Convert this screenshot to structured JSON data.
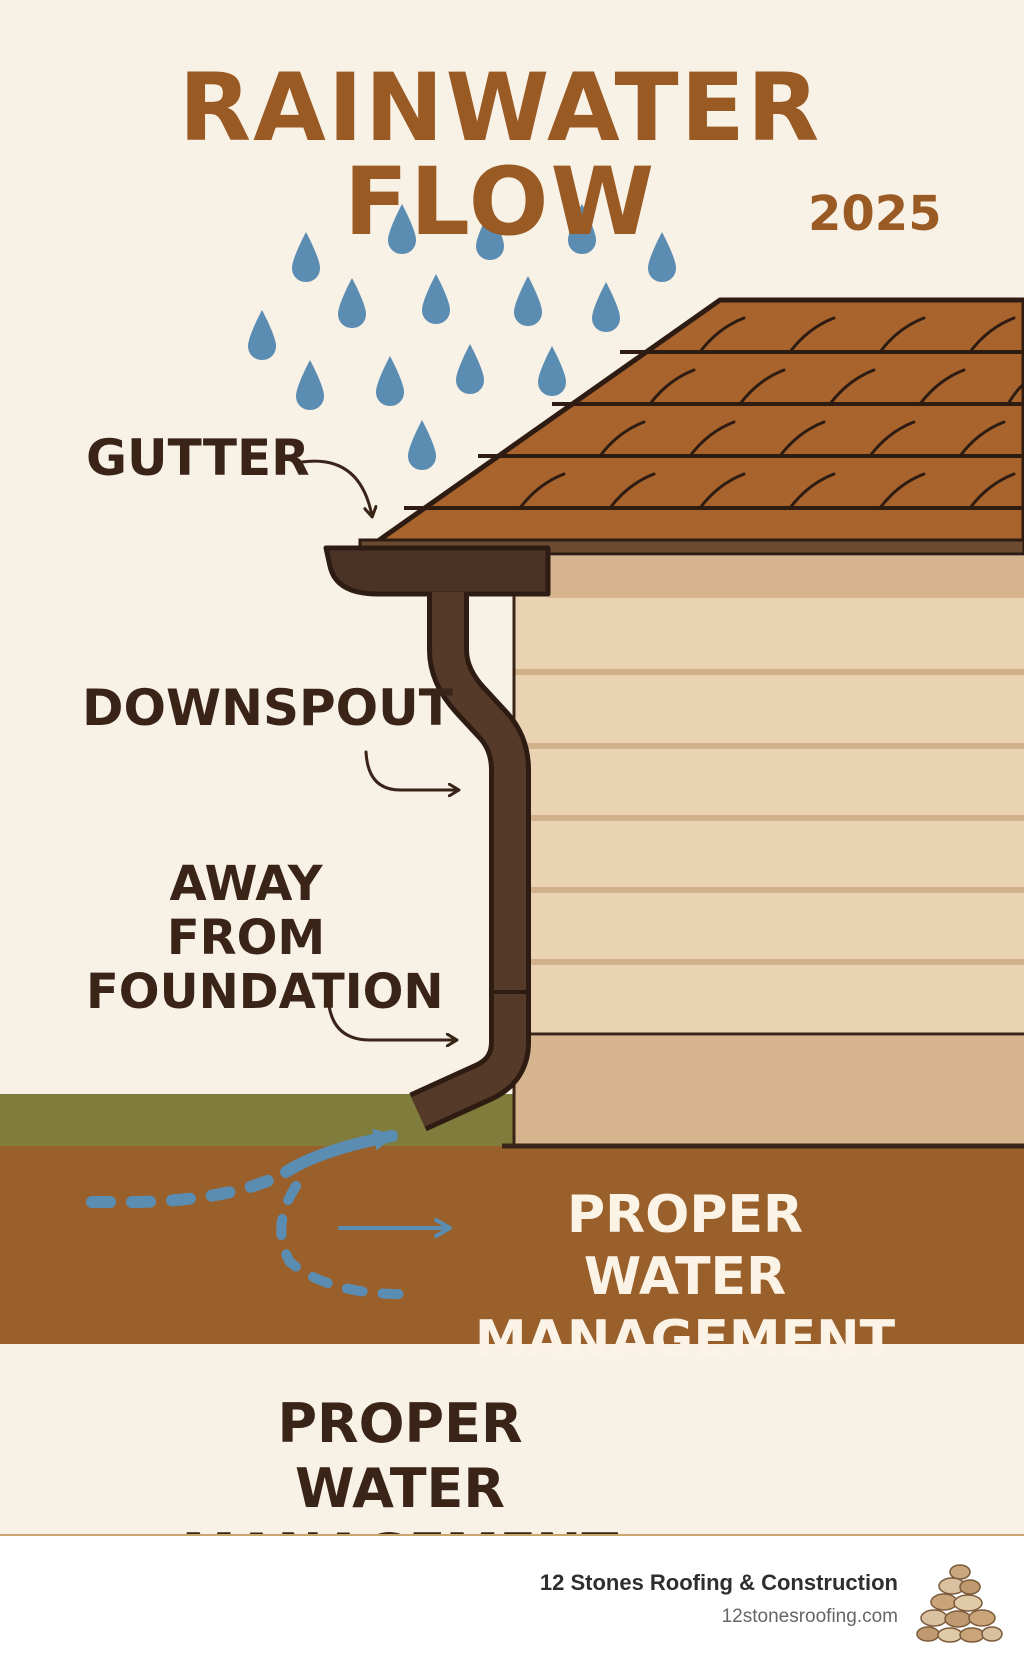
{
  "title": "RAINWATER FLOW",
  "year": "2025",
  "labels": {
    "gutter": "GUTTER",
    "downspout": "DOWNSPOUT",
    "away_line1": "AWAY FROM",
    "away_line2": "FOUNDATION",
    "band_line1": "PROPER WATER",
    "band_line2": "MANAGEMENT",
    "bottom_line1": "PROPER WATER",
    "bottom_line2": "MANAGEMENT"
  },
  "footer": {
    "company": "12 Stones Roofing & Construction",
    "url": "12stonesroofing.com",
    "logo_icon": "stacked-stones-icon"
  },
  "colors": {
    "background": "#f8f1e6",
    "title": "#9a5a24",
    "rain": "#5b8db3",
    "roof": "#a8642c",
    "gutter": "#4a3325",
    "siding": "#ead3b2",
    "grass": "#7f7c3c",
    "soil": "#99602c"
  }
}
